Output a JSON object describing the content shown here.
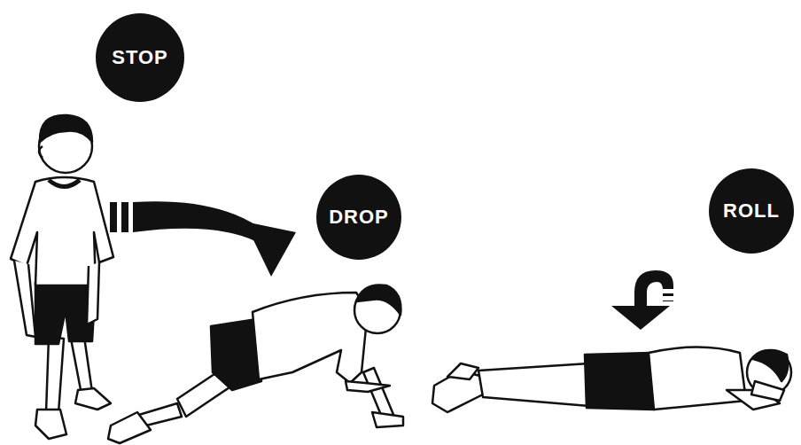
{
  "diagram": {
    "nodes": [
      {
        "text": [
          "STOP"
        ]
      },
      {
        "text": [
          "DROP"
        ]
      },
      {
        "text": [
          "ROLL"
        ]
      }
    ]
  }
}
